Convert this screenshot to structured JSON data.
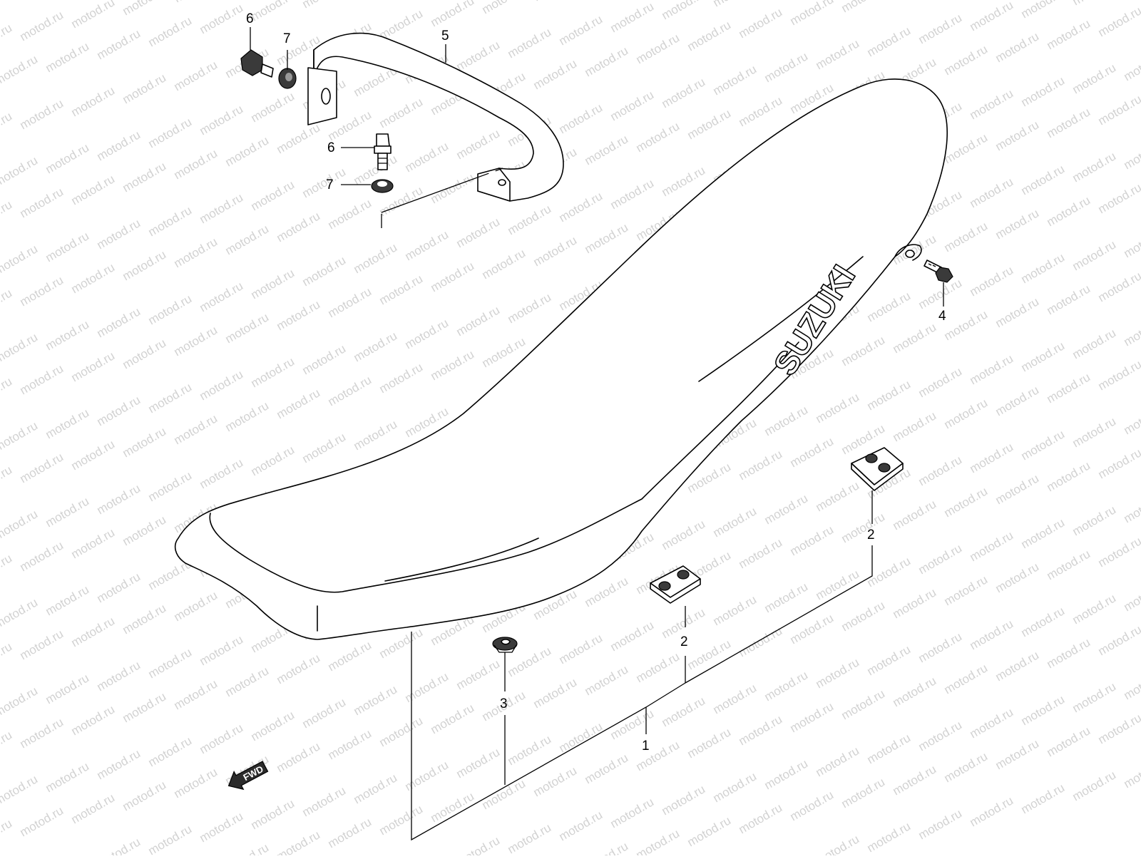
{
  "watermark": {
    "text": "motod.ru",
    "color": "#d2d2d2"
  },
  "brand_text": "SUZUKI",
  "direction_arrow": {
    "label": "FWD",
    "icon": "fwd-arrow-icon"
  },
  "callouts": [
    {
      "id": "c1",
      "text": "1",
      "part": "seat-assy"
    },
    {
      "id": "c2a",
      "text": "2",
      "part": "seat-plate-rear"
    },
    {
      "id": "c2b",
      "text": "2",
      "part": "seat-plate-front"
    },
    {
      "id": "c3",
      "text": "3",
      "part": "seat-fastener"
    },
    {
      "id": "c4",
      "text": "4",
      "part": "seat-bolt"
    },
    {
      "id": "c5",
      "text": "5",
      "part": "seat-belt-strap"
    },
    {
      "id": "c6a",
      "text": "6",
      "part": "strap-bolt-top"
    },
    {
      "id": "c6b",
      "text": "6",
      "part": "strap-bolt-bottom"
    },
    {
      "id": "c7a",
      "text": "7",
      "part": "strap-washer-top"
    },
    {
      "id": "c7b",
      "text": "7",
      "part": "strap-washer-bottom"
    }
  ]
}
